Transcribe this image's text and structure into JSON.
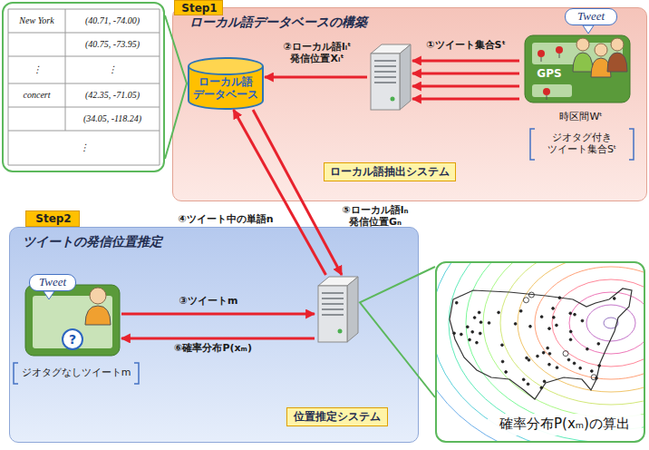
{
  "diagram": {
    "nodes": [
      {
        "text": [
          "Step1"
        ]
      },
      {
        "text": [
          "ローカル語データベースの構築"
        ]
      },
      {
        "text": [
          "New York",
          "(40.71, -74.00)",
          "(40.75, -73.95)",
          "⋮",
          "⋮",
          "concert",
          "(42.35, -71.05)",
          "(34.05, -118.24)",
          "⋮"
        ]
      },
      {
        "text": [
          "ローカル語 データベース"
        ],
        "in": 1
      },
      {
        "text": [
          "ローカル語抽出システム"
        ],
        "in": 1
      },
      {
        "text": [
          "Tweet",
          "GPS",
          "時区間Wᵗ"
        ],
        "in": 1
      },
      {
        "text": [
          "Step2"
        ]
      },
      {
        "text": [
          "ツイートの発信位置推定"
        ]
      },
      {
        "text": [
          "Tweet",
          "?"
        ],
        "in": 7
      },
      {
        "text": [
          "位置推定システム"
        ],
        "in": 7
      },
      {
        "text": [
          "確率分布P(xₘ)の算出"
        ]
      }
    ],
    "edges": [
      {
        "from": 4,
        "to": 3,
        "label": "②ローカル語lᵢᵗ 発信位置Xᵢᵗ",
        "arrow": "to"
      },
      {
        "from": 5,
        "to": 4,
        "label": "①ツイート集合Sᵗ",
        "arrow": "to"
      },
      {
        "from": 5,
        "to": 4,
        "arrow": "to"
      },
      {
        "from": 5,
        "to": 4,
        "arrow": "to"
      },
      {
        "from": 5,
        "to": 4,
        "arrow": "to"
      },
      {
        "from": 9,
        "to": 3,
        "label": "④ツイート中の単語n",
        "arrow": "to"
      },
      {
        "from": 3,
        "to": 9,
        "label": "⑤ローカル語lₙ 発信位置Gₙ",
        "arrow": "to"
      },
      {
        "from": 8,
        "to": 9,
        "label": "③ツイートm",
        "arrow": "to"
      },
      {
        "from": 9,
        "to": 8,
        "label": "⑥確率分布P(xₘ)",
        "arrow": "to"
      },
      {
        "from": 2,
        "to": 3,
        "arrow": "none"
      },
      {
        "from": 10,
        "to": 9,
        "arrow": "none"
      }
    ],
    "labels": [
      "ジオタグ付き ツイート集合Sᵗ",
      "ジオタグなしツイートm"
    ]
  }
}
